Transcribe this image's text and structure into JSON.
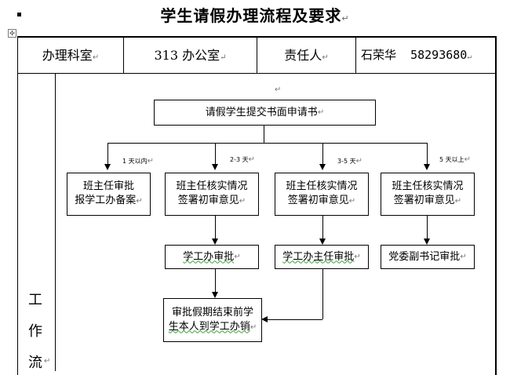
{
  "document": {
    "title": "学生请假办理流程及要求",
    "anchor_symbol": "✣",
    "return_mark": "↵"
  },
  "header_row": {
    "office_label": "办理科室",
    "office_value": "313 办公室",
    "owner_label": "责任人",
    "owner_name": "石荣华",
    "owner_phone": "58293680"
  },
  "side_label": [
    "工",
    "作",
    "流"
  ],
  "flow": {
    "start": "请假学生提交书面申请书",
    "branches": [
      {
        "days": "1 天以内",
        "step1_line1": "班主任审批",
        "step1_line2": "报学工办备案"
      },
      {
        "days": "2-3 天",
        "step1_line1": "班主任核实情况",
        "step1_line2": "签署初审意见",
        "step2": "学工办审批"
      },
      {
        "days": "3-5 天",
        "step1_line1": "班主任核实情况",
        "step1_line2": "签署初审意见",
        "step2": "学工办主任审批"
      },
      {
        "days": "5 天以上",
        "step1_line1": "班主任核实情况",
        "step1_line2": "签署初审意见",
        "step2": "党委副书记审批"
      }
    ],
    "end_line1": "审批假期结束前学",
    "end_line2": "生本人到学工办销"
  }
}
